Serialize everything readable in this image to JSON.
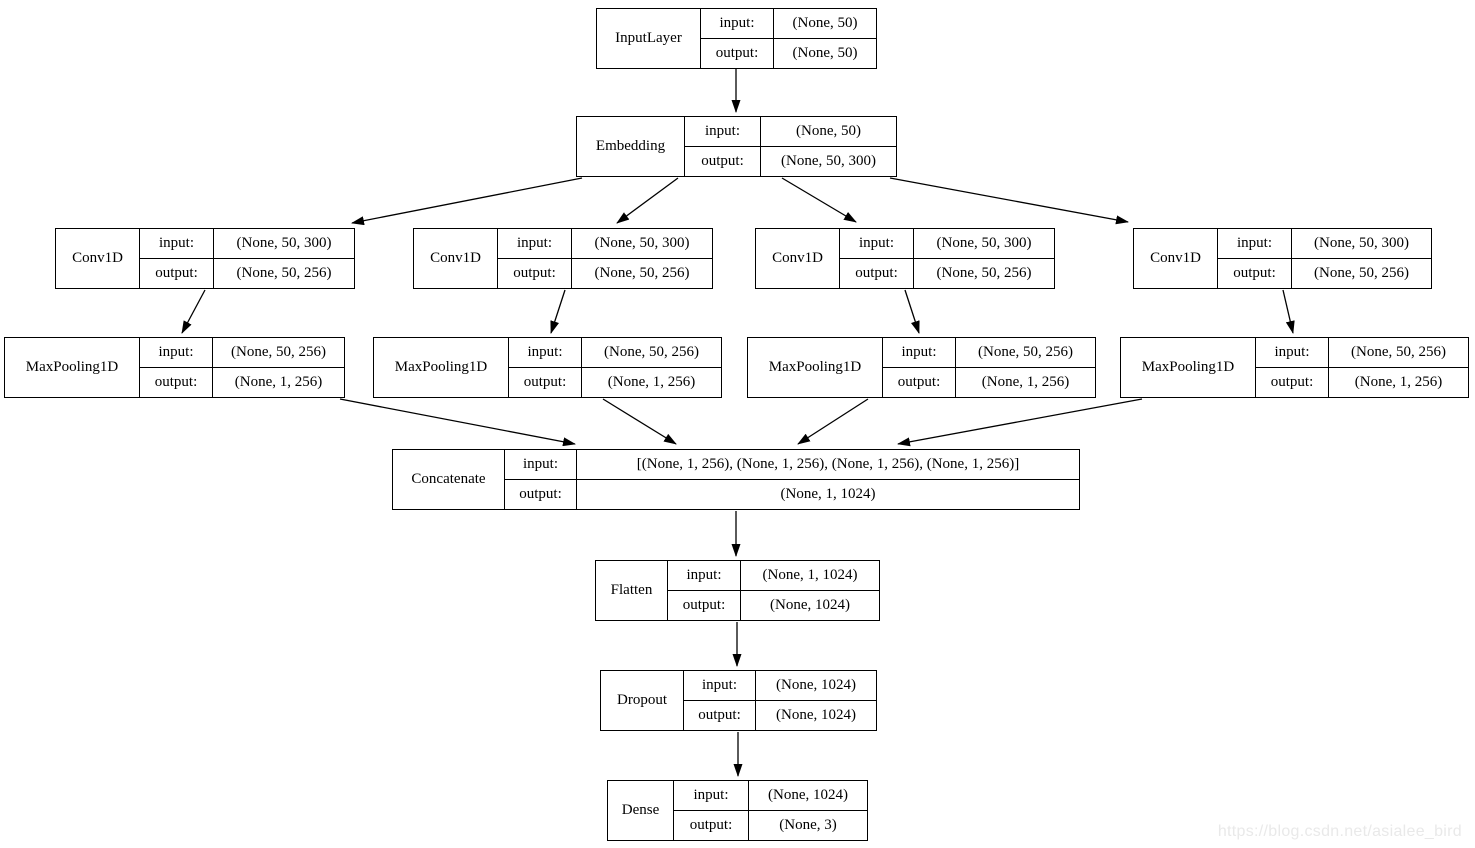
{
  "io_labels": {
    "input": "input:",
    "output": "output:"
  },
  "nodes": [
    {
      "id": "input-layer",
      "name": "InputLayer",
      "input": "(None, 50)",
      "output": "(None, 50)"
    },
    {
      "id": "embedding",
      "name": "Embedding",
      "input": "(None, 50)",
      "output": "(None, 50, 300)"
    },
    {
      "id": "conv1d-1",
      "name": "Conv1D",
      "input": "(None, 50, 300)",
      "output": "(None, 50, 256)"
    },
    {
      "id": "conv1d-2",
      "name": "Conv1D",
      "input": "(None, 50, 300)",
      "output": "(None, 50, 256)"
    },
    {
      "id": "conv1d-3",
      "name": "Conv1D",
      "input": "(None, 50, 300)",
      "output": "(None, 50, 256)"
    },
    {
      "id": "conv1d-4",
      "name": "Conv1D",
      "input": "(None, 50, 300)",
      "output": "(None, 50, 256)"
    },
    {
      "id": "maxpooling1d-1",
      "name": "MaxPooling1D",
      "input": "(None, 50, 256)",
      "output": "(None, 1, 256)"
    },
    {
      "id": "maxpooling1d-2",
      "name": "MaxPooling1D",
      "input": "(None, 50, 256)",
      "output": "(None, 1, 256)"
    },
    {
      "id": "maxpooling1d-3",
      "name": "MaxPooling1D",
      "input": "(None, 50, 256)",
      "output": "(None, 1, 256)"
    },
    {
      "id": "maxpooling1d-4",
      "name": "MaxPooling1D",
      "input": "(None, 50, 256)",
      "output": "(None, 1, 256)"
    },
    {
      "id": "concatenate",
      "name": "Concatenate",
      "input": "[(None, 1, 256), (None, 1, 256), (None, 1, 256), (None, 1, 256)]",
      "output": "(None, 1, 1024)"
    },
    {
      "id": "flatten",
      "name": "Flatten",
      "input": "(None, 1, 1024)",
      "output": "(None, 1024)"
    },
    {
      "id": "dropout",
      "name": "Dropout",
      "input": "(None, 1024)",
      "output": "(None, 1024)"
    },
    {
      "id": "dense",
      "name": "Dense",
      "input": "(None, 1024)",
      "output": "(None, 3)"
    }
  ],
  "edges": [
    {
      "from": "input-layer",
      "to": "embedding"
    },
    {
      "from": "embedding",
      "to": "conv1d-1"
    },
    {
      "from": "embedding",
      "to": "conv1d-2"
    },
    {
      "from": "embedding",
      "to": "conv1d-3"
    },
    {
      "from": "embedding",
      "to": "conv1d-4"
    },
    {
      "from": "conv1d-1",
      "to": "maxpooling1d-1"
    },
    {
      "from": "conv1d-2",
      "to": "maxpooling1d-2"
    },
    {
      "from": "conv1d-3",
      "to": "maxpooling1d-3"
    },
    {
      "from": "conv1d-4",
      "to": "maxpooling1d-4"
    },
    {
      "from": "maxpooling1d-1",
      "to": "concatenate"
    },
    {
      "from": "maxpooling1d-2",
      "to": "concatenate"
    },
    {
      "from": "maxpooling1d-3",
      "to": "concatenate"
    },
    {
      "from": "maxpooling1d-4",
      "to": "concatenate"
    },
    {
      "from": "concatenate",
      "to": "flatten"
    },
    {
      "from": "flatten",
      "to": "dropout"
    },
    {
      "from": "dropout",
      "to": "dense"
    }
  ],
  "watermark": "https://blog.csdn.net/asialee_bird",
  "colors": {
    "node_border": "#000000",
    "node_background": "#ffffff",
    "edge": "#000000",
    "text": "#000000",
    "watermark_text": "#e9e9e9",
    "page_background": "#ffffff"
  }
}
